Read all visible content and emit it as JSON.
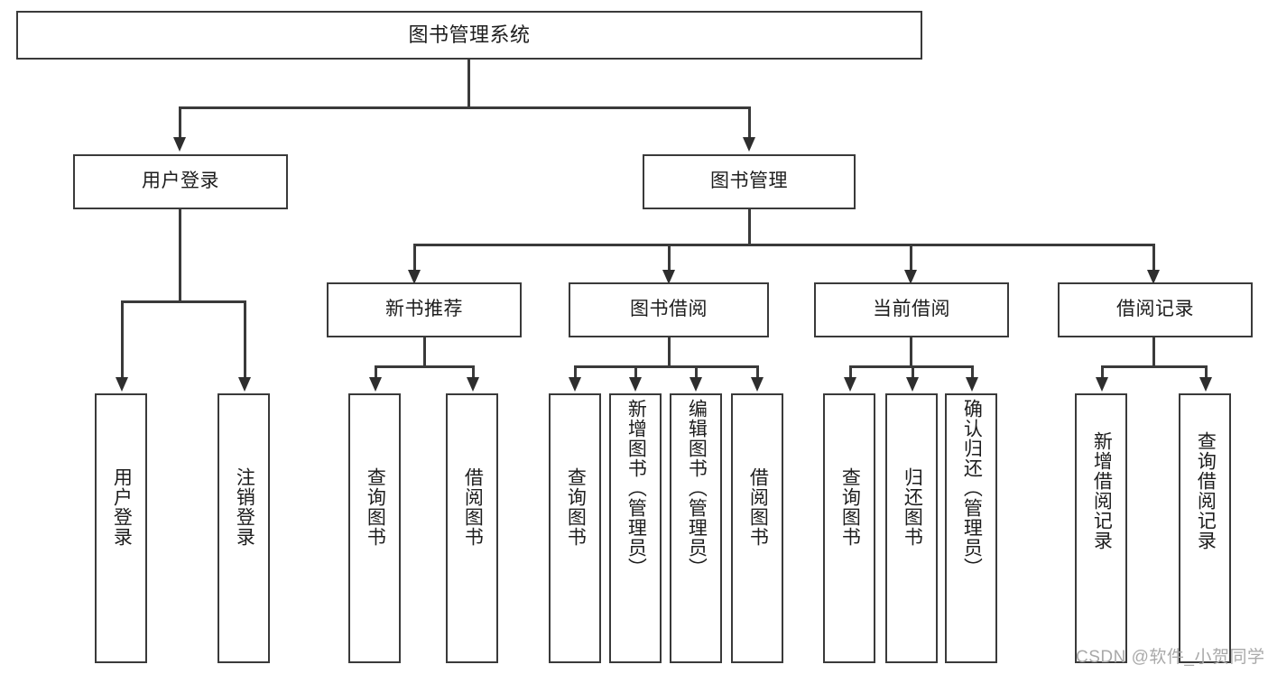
{
  "diagram": {
    "type": "tree-hierarchy-functional-decomposition",
    "root": {
      "label": "图书管理系统"
    },
    "level2": [
      {
        "label": "用户登录"
      },
      {
        "label": "图书管理"
      }
    ],
    "level3": [
      {
        "label": "新书推荐"
      },
      {
        "label": "图书借阅"
      },
      {
        "label": "当前借阅"
      },
      {
        "label": "借阅记录"
      }
    ],
    "leaves": {
      "user_login": [
        {
          "label": "用户登录"
        },
        {
          "label": "注销登录"
        }
      ],
      "new_book_recommend": [
        {
          "label": "查询图书"
        },
        {
          "label": "借阅图书"
        }
      ],
      "book_borrow": [
        {
          "label": "查询图书"
        },
        {
          "label": "新增图书（管理员）"
        },
        {
          "label": "编辑图书（管理员）"
        },
        {
          "label": "借阅图书"
        }
      ],
      "current_borrow": [
        {
          "label": "查询图书"
        },
        {
          "label": "归还图书"
        },
        {
          "label": "确认归还（管理员）"
        }
      ],
      "borrow_record": [
        {
          "label": "新增借阅记录"
        },
        {
          "label": "查询借阅记录"
        }
      ]
    }
  },
  "watermark": {
    "text": "CSDN @软件_小贺同学"
  },
  "colors": {
    "stroke": "#3a3a3a",
    "text": "#1d1d1d",
    "background": "#ffffff",
    "watermark": "#a9a9a9"
  }
}
